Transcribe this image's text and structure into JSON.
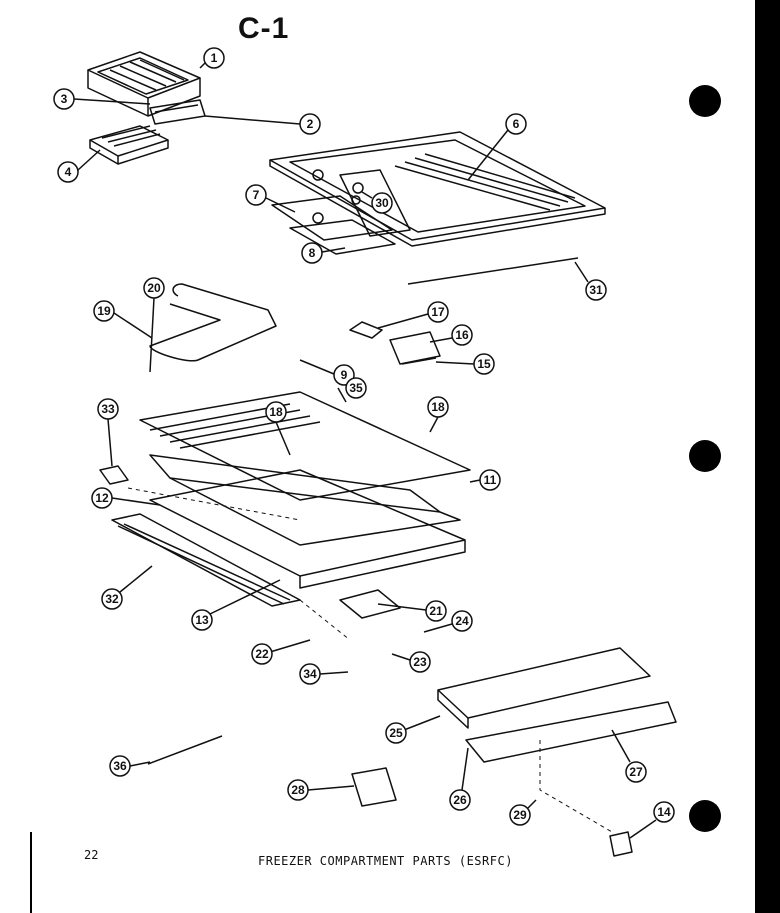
{
  "diagram": {
    "title": "C-1",
    "page_number": "22",
    "caption": "FREEZER COMPARTMENT PARTS (ESRFC)",
    "callouts": [
      "1",
      "2",
      "3",
      "4",
      "6",
      "30",
      "7",
      "8",
      "31",
      "19",
      "20",
      "17",
      "16",
      "15",
      "9",
      "35",
      "33",
      "18",
      "18",
      "11",
      "12",
      "32",
      "13",
      "21",
      "24",
      "22",
      "23",
      "34",
      "25",
      "27",
      "26",
      "36",
      "28",
      "29",
      "14"
    ]
  }
}
